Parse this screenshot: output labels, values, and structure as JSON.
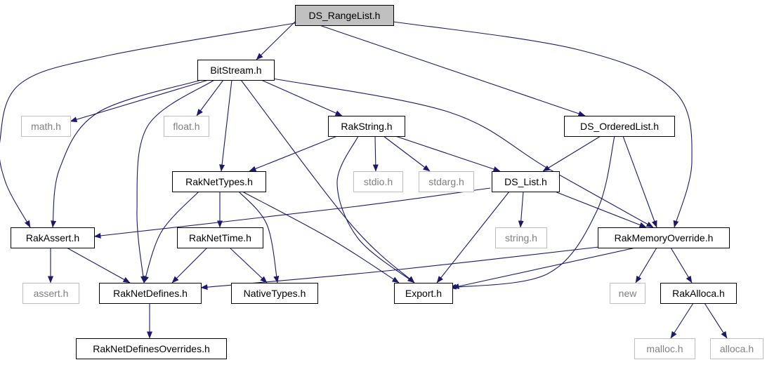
{
  "colors": {
    "edge": "#191970",
    "box_border_default": "#000000",
    "box_border_system": "#c0c0c0",
    "text_default": "#000000",
    "text_system": "#808080",
    "root_fill": "#c0c0c0"
  },
  "nodes": [
    {
      "id": "ds_rangelist",
      "label": "DS_RangeList.h",
      "style": "root"
    },
    {
      "id": "bitstream",
      "label": "BitStream.h",
      "style": "default"
    },
    {
      "id": "math",
      "label": "math.h",
      "style": "system"
    },
    {
      "id": "float",
      "label": "float.h",
      "style": "system"
    },
    {
      "id": "rakstring",
      "label": "RakString.h",
      "style": "default"
    },
    {
      "id": "ds_orderedlist",
      "label": "DS_OrderedList.h",
      "style": "default"
    },
    {
      "id": "raknettypes",
      "label": "RakNetTypes.h",
      "style": "default"
    },
    {
      "id": "stdio",
      "label": "stdio.h",
      "style": "system"
    },
    {
      "id": "stdarg",
      "label": "stdarg.h",
      "style": "system"
    },
    {
      "id": "ds_list",
      "label": "DS_List.h",
      "style": "default"
    },
    {
      "id": "rakassert",
      "label": "RakAssert.h",
      "style": "default"
    },
    {
      "id": "raknettime",
      "label": "RakNetTime.h",
      "style": "default"
    },
    {
      "id": "string",
      "label": "string.h",
      "style": "system"
    },
    {
      "id": "rakmemoryoverride",
      "label": "RakMemoryOverride.h",
      "style": "default"
    },
    {
      "id": "assert",
      "label": "assert.h",
      "style": "system"
    },
    {
      "id": "raknetdefines",
      "label": "RakNetDefines.h",
      "style": "default"
    },
    {
      "id": "nativetypes",
      "label": "NativeTypes.h",
      "style": "default"
    },
    {
      "id": "export",
      "label": "Export.h",
      "style": "default"
    },
    {
      "id": "new",
      "label": "new",
      "style": "system"
    },
    {
      "id": "rakalloca",
      "label": "RakAlloca.h",
      "style": "default"
    },
    {
      "id": "raknetdefinesoverrides",
      "label": "RakNetDefinesOverrides.h",
      "style": "default"
    },
    {
      "id": "malloc",
      "label": "malloc.h",
      "style": "system"
    },
    {
      "id": "alloca",
      "label": "alloca.h",
      "style": "system"
    }
  ],
  "edges": [
    {
      "from": "ds_rangelist",
      "to": "bitstream"
    },
    {
      "from": "ds_rangelist",
      "to": "rakassert"
    },
    {
      "from": "ds_rangelist",
      "to": "ds_orderedlist"
    },
    {
      "from": "ds_rangelist",
      "to": "rakmemoryoverride"
    },
    {
      "from": "bitstream",
      "to": "math"
    },
    {
      "from": "bitstream",
      "to": "float"
    },
    {
      "from": "bitstream",
      "to": "rakassert"
    },
    {
      "from": "bitstream",
      "to": "raknetdefines"
    },
    {
      "from": "bitstream",
      "to": "raknettypes"
    },
    {
      "from": "bitstream",
      "to": "export"
    },
    {
      "from": "bitstream",
      "to": "rakstring"
    },
    {
      "from": "bitstream",
      "to": "rakmemoryoverride"
    },
    {
      "from": "rakstring",
      "to": "raknettypes"
    },
    {
      "from": "rakstring",
      "to": "stdio"
    },
    {
      "from": "rakstring",
      "to": "stdarg"
    },
    {
      "from": "rakstring",
      "to": "ds_list"
    },
    {
      "from": "rakstring",
      "to": "export"
    },
    {
      "from": "ds_orderedlist",
      "to": "ds_list"
    },
    {
      "from": "ds_orderedlist",
      "to": "rakmemoryoverride"
    },
    {
      "from": "ds_orderedlist",
      "to": "export"
    },
    {
      "from": "raknettypes",
      "to": "raknetdefines"
    },
    {
      "from": "raknettypes",
      "to": "raknettime"
    },
    {
      "from": "raknettypes",
      "to": "nativetypes"
    },
    {
      "from": "raknettypes",
      "to": "export"
    },
    {
      "from": "ds_list",
      "to": "rakassert"
    },
    {
      "from": "ds_list",
      "to": "string"
    },
    {
      "from": "ds_list",
      "to": "export"
    },
    {
      "from": "ds_list",
      "to": "rakmemoryoverride"
    },
    {
      "from": "rakassert",
      "to": "assert"
    },
    {
      "from": "rakassert",
      "to": "raknetdefines"
    },
    {
      "from": "raknettime",
      "to": "raknetdefines"
    },
    {
      "from": "raknettime",
      "to": "nativetypes"
    },
    {
      "from": "rakmemoryoverride",
      "to": "raknetdefines"
    },
    {
      "from": "rakmemoryoverride",
      "to": "export"
    },
    {
      "from": "rakmemoryoverride",
      "to": "new"
    },
    {
      "from": "rakmemoryoverride",
      "to": "rakalloca"
    },
    {
      "from": "raknetdefines",
      "to": "raknetdefinesoverrides"
    },
    {
      "from": "rakalloca",
      "to": "malloc"
    },
    {
      "from": "rakalloca",
      "to": "alloca"
    }
  ]
}
